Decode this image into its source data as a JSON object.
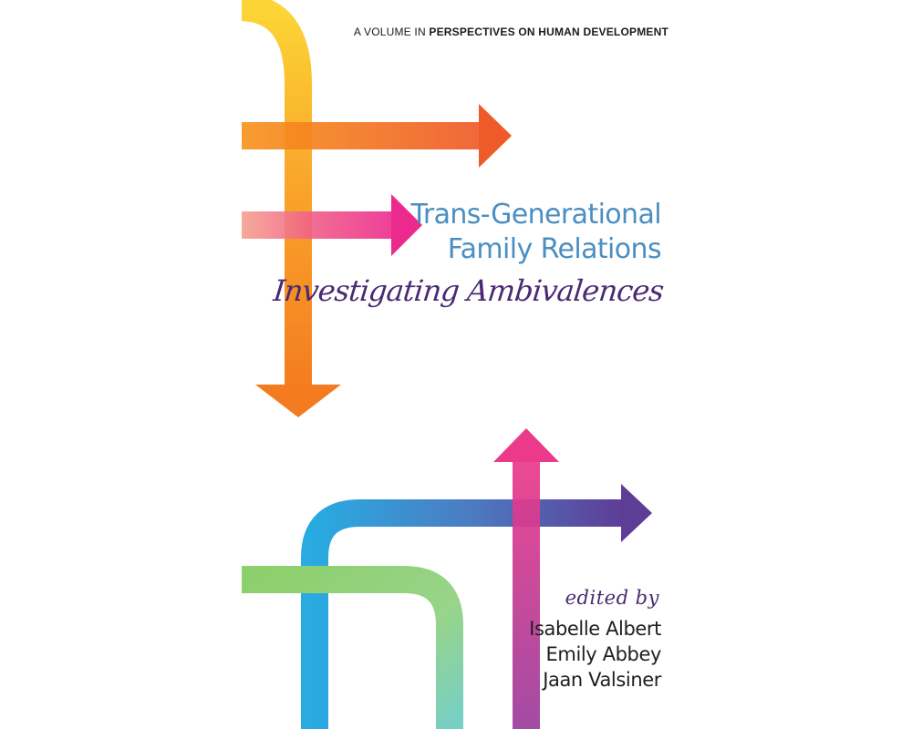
{
  "cover": {
    "series_prefix": "A VOLUME IN",
    "series_name": "PERSPECTIVES ON HUMAN DEVELOPMENT",
    "title_line_1": "Trans-Generational",
    "title_line_2": "Family Relations",
    "subtitle": "Investigating Ambivalences",
    "edited_by": "edited by",
    "editors": [
      "Isabelle Albert",
      "Emily Abbey",
      "Jaan Valsiner"
    ]
  },
  "colors": {
    "title": "#4b8fc2",
    "subtitle": "#4a2a73",
    "yellow": "#fcd535",
    "orange": "#f47b20",
    "red_orange": "#ef5a29",
    "pink": "#ec3a8b",
    "magenta": "#e24ca4",
    "purple": "#5e3d96",
    "blue": "#29aae1",
    "green": "#8dcf6b",
    "teal": "#76cfc5"
  }
}
